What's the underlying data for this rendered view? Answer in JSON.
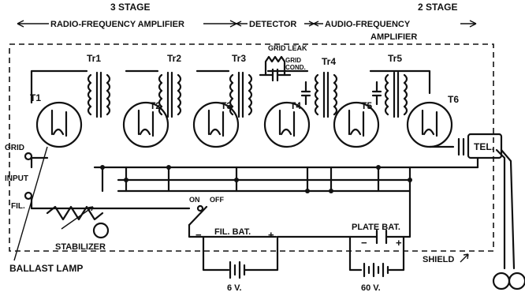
{
  "header": {
    "rf_stage": "3 STAGE",
    "rf_amp": "RADIO-FREQUENCY AMPLIFIER",
    "detector": "DETECTOR",
    "af_stage": "2 STAGE",
    "af_amp_1": "AUDIO-FREQUENCY",
    "af_amp_2": "AMPLIFIER"
  },
  "transformers": [
    "Tr1",
    "Tr2",
    "Tr3",
    "Tr4",
    "Tr5"
  ],
  "tubes": [
    "T1",
    "T2",
    "T3",
    "T4",
    "T5",
    "T6"
  ],
  "labels": {
    "grid_leak": "GRID LEAK",
    "grid_cond_1": "GRID",
    "grid_cond_2": "COND.",
    "grid": "GRID",
    "input": "INPUT",
    "fil": "FIL.",
    "stabilizer": "STABILIZER",
    "ballast_lamp": "BALLAST LAMP",
    "switch_on": "ON",
    "switch_off": "OFF",
    "fil_bat": "FIL. BAT.",
    "plate_bat": "PLATE BAT.",
    "tel": "TEL.",
    "shield": "SHIELD",
    "v6": "6 V.",
    "v60": "60 V.",
    "minus": "−",
    "plus": "+"
  }
}
